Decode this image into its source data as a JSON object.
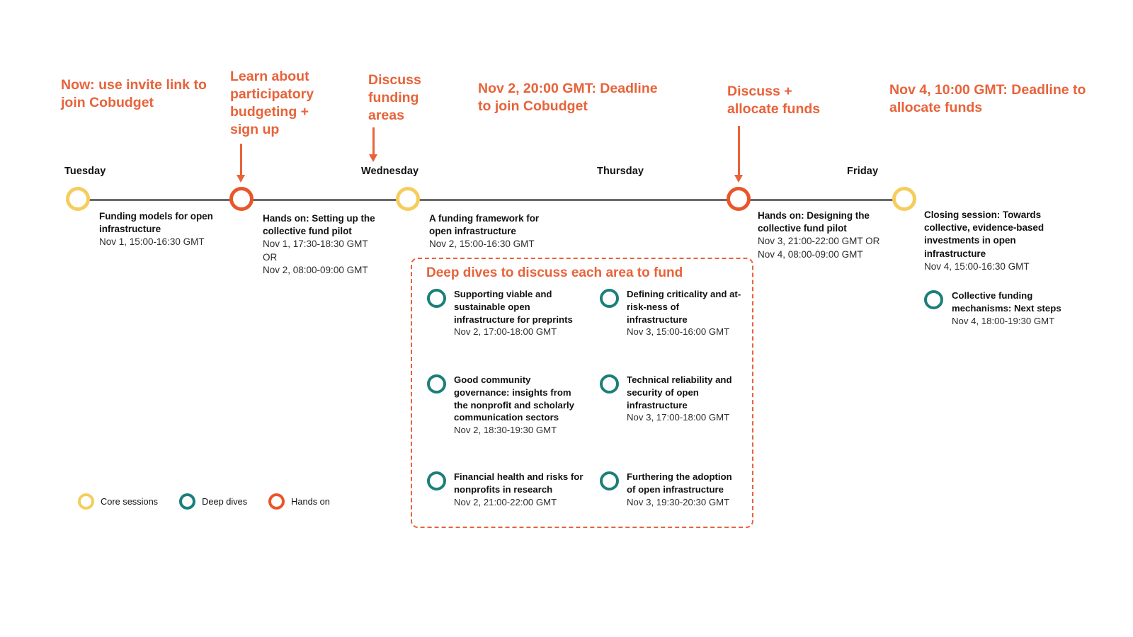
{
  "colors": {
    "core": "#f5cd5c",
    "deep_dive": "#1b7f7a",
    "hands_on": "#e8562a",
    "callout_text": "#e8633a",
    "axis": "#6b6b6b",
    "body_text": "#111111"
  },
  "days": [
    {
      "label": "Tuesday"
    },
    {
      "label": "Wednesday"
    },
    {
      "label": "Thursday"
    },
    {
      "label": "Friday"
    }
  ],
  "callouts": [
    {
      "text": "Now: use invite link to join Cobudget",
      "has_arrow": false
    },
    {
      "text": "Learn about participatory budgeting + sign up",
      "has_arrow": true
    },
    {
      "text": "Discuss funding areas",
      "has_arrow": true
    },
    {
      "text": "Nov 2, 20:00 GMT: Deadline to join Cobudget",
      "has_arrow": false
    },
    {
      "text": "Discuss + allocate funds",
      "has_arrow": true
    },
    {
      "text": "Nov 4, 10:00 GMT: Deadline to allocate funds",
      "has_arrow": false
    }
  ],
  "sessions": [
    {
      "type": "core",
      "title": "Funding models for open infrastructure",
      "when": "Nov 1, 15:00-16:30 GMT"
    },
    {
      "type": "hands-on",
      "title": "Hands on: Setting up the collective fund pilot",
      "when": "Nov 1, 17:30-18:30 GMT OR\nNov 2, 08:00-09:00 GMT"
    },
    {
      "type": "core",
      "title": "A funding framework for open infrastructure",
      "when": "Nov 2, 15:00-16:30 GMT"
    },
    {
      "type": "hands-on",
      "title": "Hands on: Designing the collective fund pilot",
      "when": "Nov 3, 21:00-22:00 GMT OR\nNov 4, 08:00-09:00 GMT"
    },
    {
      "type": "core",
      "title": "Closing session: Towards collective, evidence-based investments in open infrastructure",
      "when": "Nov 4, 15:00-16:30 GMT"
    }
  ],
  "deep_dives_panel": {
    "title": "Deep dives to discuss each area to fund",
    "items": [
      {
        "title": "Supporting viable and sustainable open infrastructure for preprints",
        "when": "Nov 2, 17:00-18:00 GMT"
      },
      {
        "title": "Defining criticality and at-risk-ness of infrastructure",
        "when": "Nov 3, 15:00-16:00 GMT"
      },
      {
        "title": "Good community governance: insights from the nonprofit and scholarly communication sectors",
        "when": "Nov 2, 18:30-19:30 GMT"
      },
      {
        "title": "Technical reliability and security of open infrastructure",
        "when": "Nov 3, 17:00-18:00 GMT"
      },
      {
        "title": "Financial health and risks for nonprofits in research",
        "when": "Nov 2, 21:00-22:00 GMT"
      },
      {
        "title": "Furthering the adoption of open infrastructure",
        "when": "Nov 3, 19:30-20:30 GMT"
      }
    ]
  },
  "side_deep_dive": {
    "title": "Collective funding mechanisms: Next steps",
    "when": "Nov 4, 18:00-19:30 GMT"
  },
  "legend": [
    {
      "label": "Core sessions",
      "type": "core"
    },
    {
      "label": "Deep dives",
      "type": "deep"
    },
    {
      "label": "Hands on",
      "type": "hands"
    }
  ]
}
